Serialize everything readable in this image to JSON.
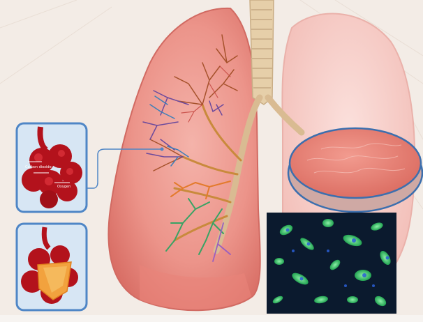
{
  "figure": {
    "alt": "Illustration of human lungs with bronchial tree, alveoli insets, a culture dish and a fluorescence micrograph of cells"
  },
  "alveolus_inset": {
    "labels": [
      "Carbon dioxide",
      "Oxygen"
    ]
  },
  "colors": {
    "background": "#f3ece6",
    "lung_pink": "#ef9a92",
    "inset_blue": "#4f86c6",
    "inset_fill": "#d7e6f4",
    "alveoli_red": "#b3121c",
    "dish_rim": "#3c6fae",
    "dish_fill": "#e7857a",
    "micrograph_bg": "#0b1a2e",
    "cell_green": "#39c36a",
    "airway_beige": "#e3c8a0"
  }
}
